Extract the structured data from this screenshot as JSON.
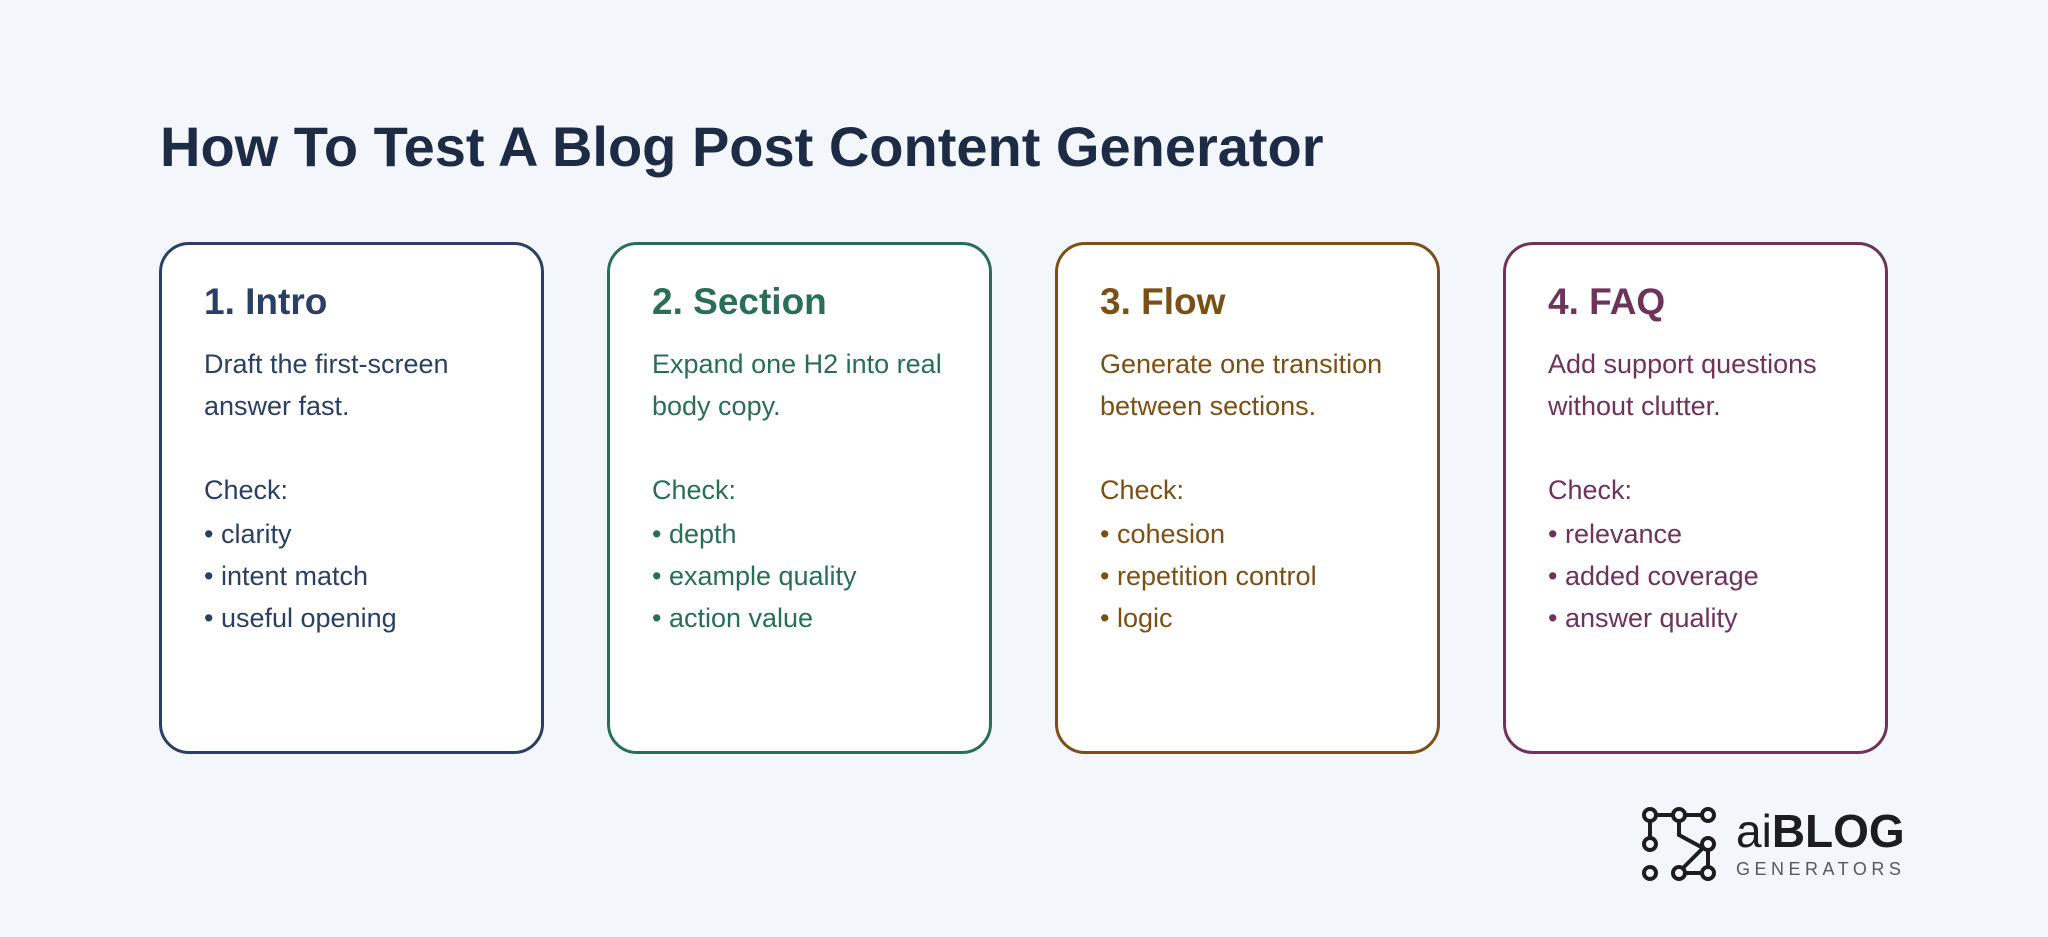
{
  "title": "How To Test A Blog Post Content Generator",
  "cards": [
    {
      "title": "1. Intro",
      "description": "Draft the first-screen answer fast.",
      "check_label": "Check:",
      "checks": [
        "• clarity",
        "• intent match",
        "• useful opening"
      ],
      "color": "#2b3f63"
    },
    {
      "title": "2. Section",
      "description": "Expand one H2 into real body copy.",
      "check_label": "Check:",
      "checks": [
        "• depth",
        "• example quality",
        "• action value"
      ],
      "color": "#2a6e55"
    },
    {
      "title": "3. Flow",
      "description": "Generate one transition between sections.",
      "check_label": "Check:",
      "checks": [
        "• cohesion",
        "• repetition control",
        "• logic"
      ],
      "color": "#7a5016"
    },
    {
      "title": "4. FAQ",
      "description": "Add support questions without clutter.",
      "check_label": "Check:",
      "checks": [
        "• relevance",
        "• added coverage",
        "• answer quality"
      ],
      "color": "#6e3358"
    }
  ],
  "logo": {
    "name_prefix": "ai",
    "name_main": "BLOG",
    "subtitle": "GENERATORS",
    "icon": "circuit-nodes-icon"
  }
}
